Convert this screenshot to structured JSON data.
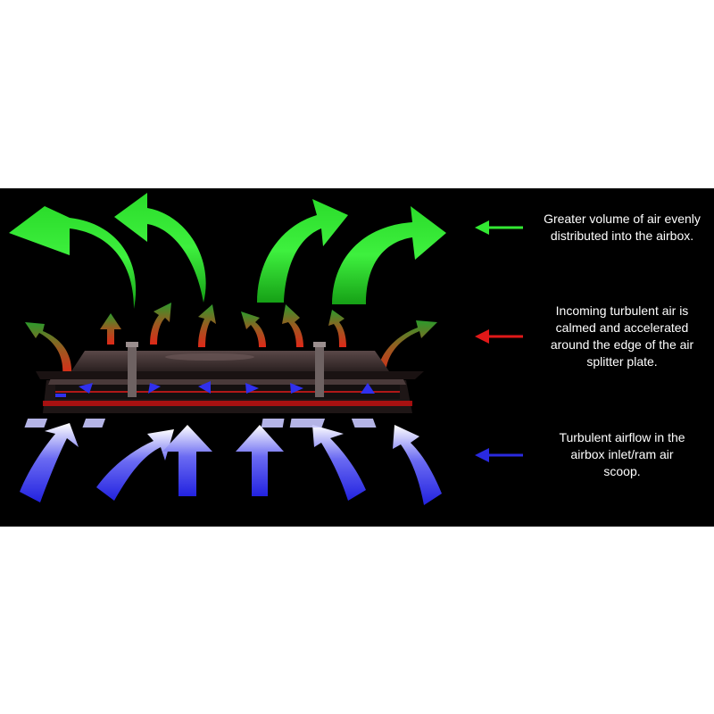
{
  "colors": {
    "background": "#000000",
    "page": "#ffffff",
    "green": "#33e833",
    "red": "#e01818",
    "blue": "#2a2ae0",
    "text": "#ffffff"
  },
  "legend": [
    {
      "key": "green",
      "icon": "green-arrow-left-icon",
      "text": "Greater volume of air evenly\ndistributed into the airbox."
    },
    {
      "key": "red",
      "icon": "red-arrow-left-icon",
      "text": "Incoming turbulent air is\ncalmed and accelerated\naround the edge of the air\nsplitter plate."
    },
    {
      "key": "blue",
      "icon": "blue-arrow-left-icon",
      "text": "Turbulent airflow in the\nairbox inlet/ram air\nscoop."
    }
  ]
}
